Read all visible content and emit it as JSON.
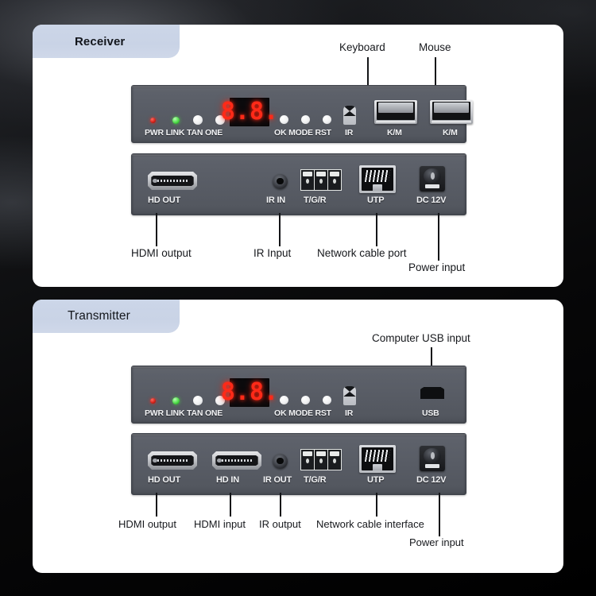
{
  "page": {
    "background_color": "#0a0b0d",
    "card_color": "#ffffff",
    "tab_color": "#ccd6e8",
    "panel_color": "#585c65",
    "led_red": "#d6231a",
    "led_green": "#4ddc47",
    "led_white": "#f0f1f2",
    "display_color": "#ff2a18",
    "display_bg": "#0b0b0d"
  },
  "receiver": {
    "tab_label": "Receiver",
    "front_panel": {
      "leds": [
        {
          "name": "PWR",
          "color": "red"
        },
        {
          "name": "LINK",
          "color": "green"
        },
        {
          "name": "TAN",
          "color": "white"
        },
        {
          "name": "ONE",
          "color": "white"
        }
      ],
      "led_group_left_label": "PWR LINK TAN ONE",
      "display_value": "8.8.",
      "buttons": [
        {
          "name": "OK"
        },
        {
          "name": "MODE"
        },
        {
          "name": "RST"
        }
      ],
      "button_group_label": "OK MODE RST",
      "ir_label": "IR",
      "usb_ports": [
        {
          "label": "K/M"
        },
        {
          "label": "K/M"
        }
      ]
    },
    "back_panel": {
      "ports": [
        {
          "label": "HD OUT"
        },
        {
          "label": "IR IN"
        },
        {
          "label": "T/G/R"
        },
        {
          "label": "UTP"
        },
        {
          "label": "DC 12V"
        }
      ]
    },
    "callouts_top": [
      {
        "text": "Keyboard"
      },
      {
        "text": "Mouse"
      }
    ],
    "callouts_bottom": [
      {
        "text": "HDMI output"
      },
      {
        "text": "IR Input"
      },
      {
        "text": "Network cable port"
      },
      {
        "text": "Power input"
      }
    ]
  },
  "transmitter": {
    "tab_label": "Transmitter",
    "front_panel": {
      "leds": [
        {
          "name": "PWR",
          "color": "red"
        },
        {
          "name": "LINK",
          "color": "green"
        },
        {
          "name": "TAN",
          "color": "white"
        },
        {
          "name": "ONE",
          "color": "white"
        }
      ],
      "led_group_left_label": "PWR LINK TAN ONE",
      "display_value": "8.8.",
      "buttons": [
        {
          "name": "OK"
        },
        {
          "name": "MODE"
        },
        {
          "name": "RST"
        }
      ],
      "button_group_label": "OK MODE RST",
      "ir_label": "IR",
      "usb_label": "USB"
    },
    "back_panel": {
      "ports": [
        {
          "label": "HD OUT"
        },
        {
          "label": "HD IN"
        },
        {
          "label": "IR OUT"
        },
        {
          "label": "T/G/R"
        },
        {
          "label": "UTP"
        },
        {
          "label": "DC 12V"
        }
      ]
    },
    "callouts_top": [
      {
        "text": "Computer USB input"
      }
    ],
    "callouts_bottom": [
      {
        "text": "HDMI output"
      },
      {
        "text": "HDMI input"
      },
      {
        "text": "IR output"
      },
      {
        "text": "Network cable interface"
      },
      {
        "text": "Power input"
      }
    ]
  }
}
